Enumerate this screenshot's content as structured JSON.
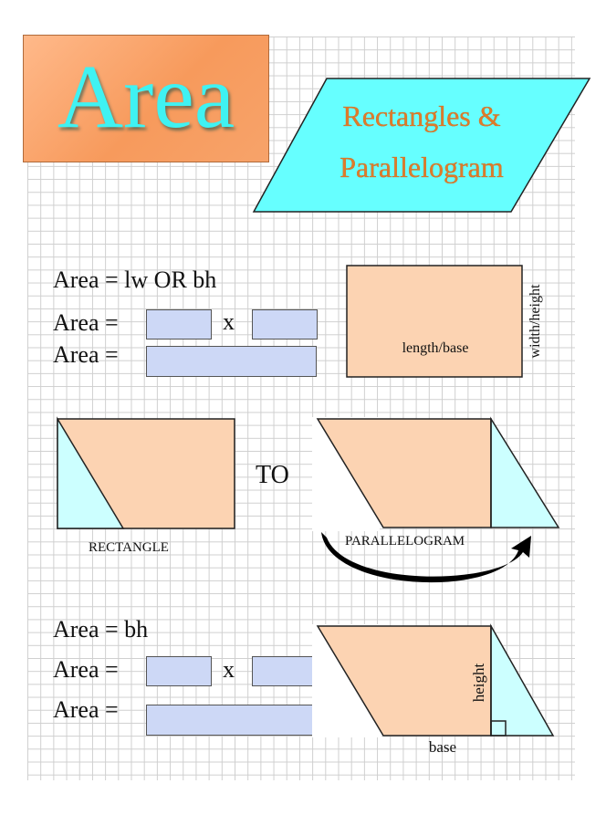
{
  "title": "Area",
  "banner": {
    "line1": "Rectangles &",
    "line2": "Parallelogram"
  },
  "section1": {
    "formula": "Area = lw OR bh",
    "row1_label": "Area =",
    "times": "x",
    "row2_label": "Area =",
    "rect_base_label": "length/base",
    "rect_side_label": "width/height"
  },
  "section2": {
    "to_label": "TO",
    "rectangle_caption": "RECTANGLE",
    "parallelogram_caption": "PARALLELOGRAM"
  },
  "section3": {
    "formula": "Area = bh",
    "row1_label": "Area =",
    "times": "x",
    "row2_label": "Area =",
    "height_label": "height",
    "base_label": "base"
  },
  "colors": {
    "peach": "#fcd3b2",
    "cyan": "#ccffff",
    "banner_cyan": "#66ffff",
    "input_fill": "#cdd8f6",
    "title_text": "#3ff2f2",
    "banner_text": "#e07b2a"
  }
}
